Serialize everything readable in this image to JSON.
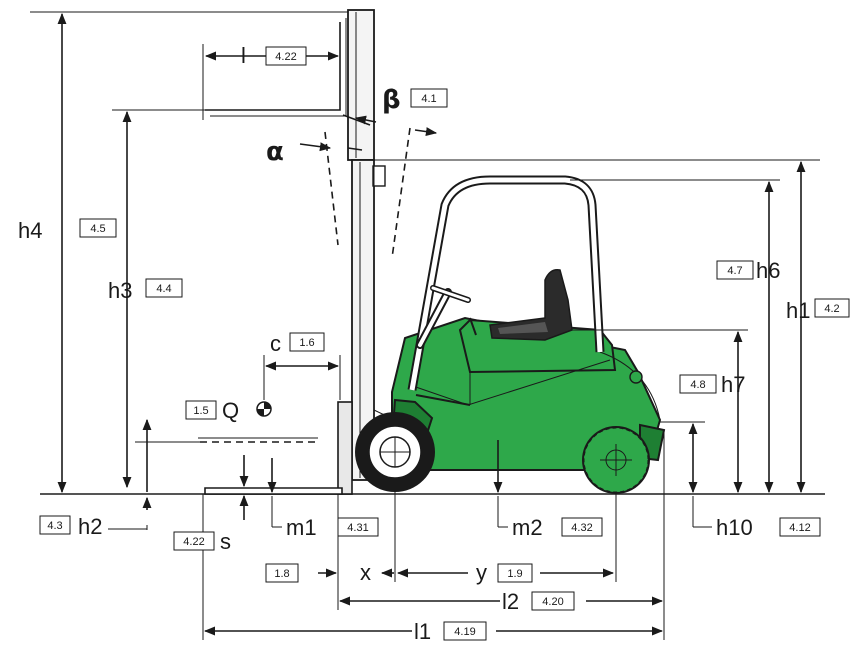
{
  "colors": {
    "body_green": "#2ea84a",
    "body_dark_green": "#1e7f33",
    "line": "#1a1a1a",
    "seat": "#2b2b2b"
  },
  "labels": {
    "l": {
      "name": "l",
      "ref": "4.22"
    },
    "beta": {
      "name": "β",
      "ref": "4.1"
    },
    "alpha": {
      "name": "α"
    },
    "h4": {
      "name": "h4",
      "ref": "4.5"
    },
    "h3": {
      "name": "h3",
      "ref": "4.4"
    },
    "c": {
      "name": "c",
      "ref": "1.6"
    },
    "q": {
      "name": "Q",
      "ref": "1.5"
    },
    "h6": {
      "name": "h6",
      "ref": "4.7"
    },
    "h1": {
      "name": "h1",
      "ref": "4.2"
    },
    "h7": {
      "name": "h7",
      "ref": "4.8"
    },
    "h2": {
      "name": "h2",
      "ref": "4.3"
    },
    "s": {
      "name": "s",
      "ref": "4.22"
    },
    "m1": {
      "name": "m1",
      "ref": "4.31"
    },
    "m2": {
      "name": "m2",
      "ref": "4.32"
    },
    "h10": {
      "name": "h10",
      "ref": "4.12"
    },
    "x": {
      "name": "x",
      "ref": "1.8"
    },
    "y": {
      "name": "y",
      "ref": "1.9"
    },
    "l2": {
      "name": "l2",
      "ref": "4.20"
    },
    "l1": {
      "name": "l1",
      "ref": "4.19"
    }
  }
}
